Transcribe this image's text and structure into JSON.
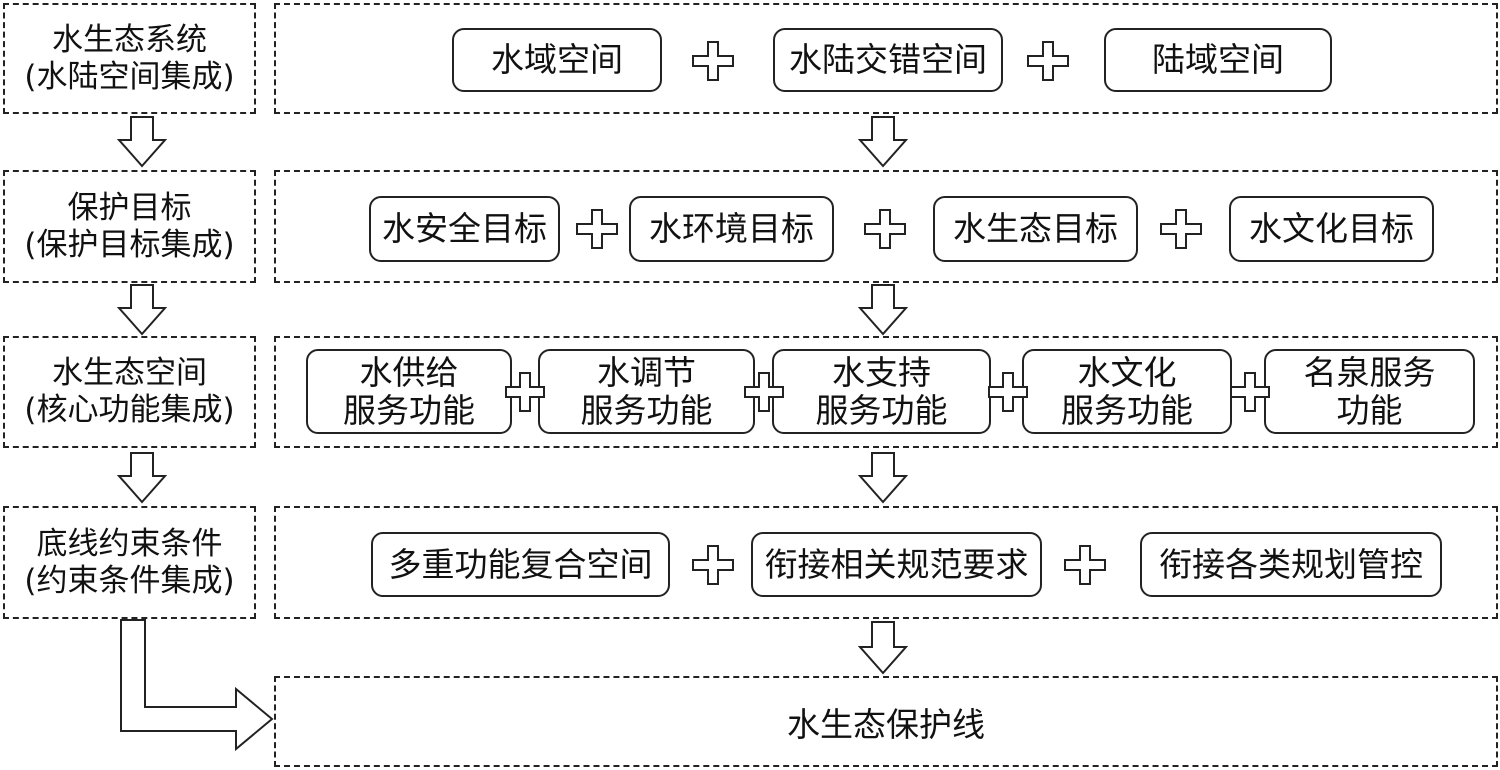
{
  "left_column": [
    {
      "line1": "水生态系统",
      "line2": "(水陆空间集成)"
    },
    {
      "line1": "保护目标",
      "line2": "(保护目标集成)"
    },
    {
      "line1": "水生态空间",
      "line2": "(核心功能集成)"
    },
    {
      "line1": "底线约束条件",
      "line2": "(约束条件集成)"
    }
  ],
  "row1": [
    "水域空间",
    "水陆交错空间",
    "陆域空间"
  ],
  "row2": [
    "水安全目标",
    "水环境目标",
    "水生态目标",
    "水文化目标"
  ],
  "row3": [
    {
      "line1": "水供给",
      "line2": "服务功能"
    },
    {
      "line1": "水调节",
      "line2": "服务功能"
    },
    {
      "line1": "水支持",
      "line2": "服务功能"
    },
    {
      "line1": "水文化",
      "line2": "服务功能"
    },
    {
      "line1": "名泉服务",
      "line2": "功能"
    }
  ],
  "row4": [
    "多重功能复合空间",
    "衔接相关规范要求",
    "衔接各类规划管控"
  ],
  "final": "水生态保护线"
}
